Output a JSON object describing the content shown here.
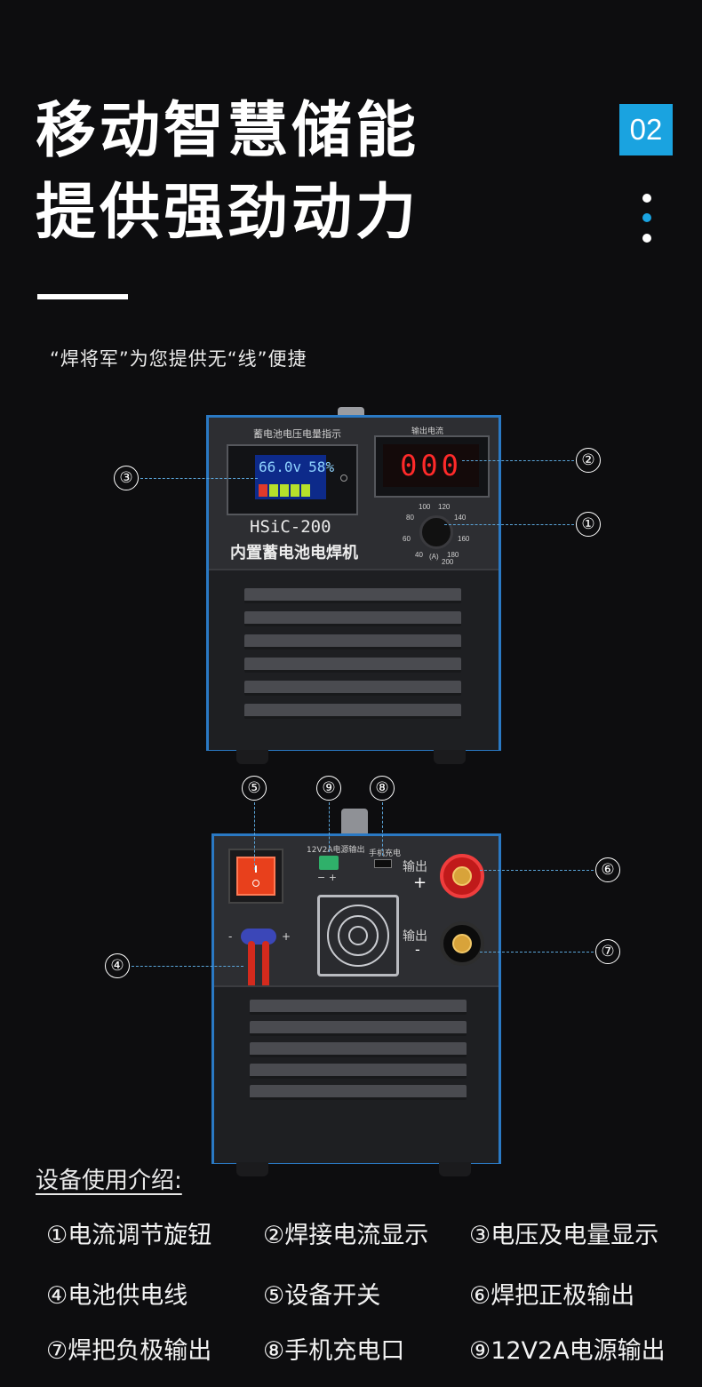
{
  "header": {
    "title_line1": "移动智慧储能",
    "title_line2": "提供强劲动力",
    "subtitle": "“焊将军”为您提供无“线”便捷",
    "badge": "02"
  },
  "colors": {
    "accent_blue": "#1aa3e0",
    "device_frame": "#2a79c4",
    "dashed_line": "#5aa4d8"
  },
  "front_panel": {
    "lcd_title": "蓄电池电压电量指示",
    "lcd_voltage": "66.0v",
    "lcd_percent": "58%",
    "current_title": "输出电流",
    "current_display": "000",
    "model": "HSiC-200",
    "model_cn": "内置蓄电池电焊机",
    "scale_labels": [
      "100",
      "120",
      "80",
      "140",
      "60",
      "160",
      "40",
      "180",
      "(A)",
      "200"
    ]
  },
  "back_panel": {
    "dc_label": "12V2A电源输出",
    "dc_polarity": "−  +",
    "usb_label": "手机充电",
    "out_label_pos": "输出",
    "plus": "+",
    "out_label_neg": "输出",
    "minus": "-",
    "cable_minus": "-",
    "cable_plus": "+"
  },
  "callouts": [
    "①",
    "②",
    "③",
    "④",
    "⑤",
    "⑥",
    "⑦",
    "⑧",
    "⑨"
  ],
  "legend": {
    "title": "设备使用介绍:",
    "items": [
      "①电流调节旋钮",
      "②焊接电流显示",
      "③电压及电量显示",
      "④电池供电线",
      "⑤设备开关",
      "⑥焊把正极输出",
      "⑦焊把负极输出",
      "⑧手机充电口",
      "⑨12V2A电源输出"
    ]
  }
}
